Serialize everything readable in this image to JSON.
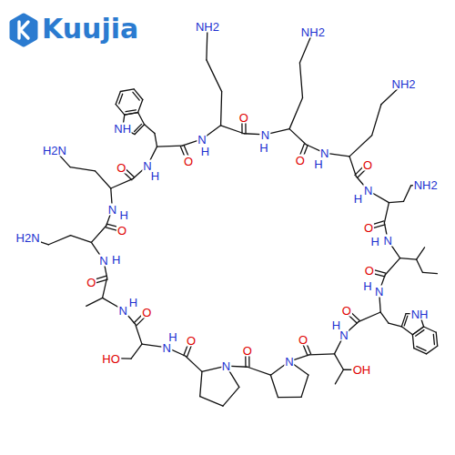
{
  "diagram": {
    "labels": [
      "Kuujia",
      "N",
      "H",
      "O",
      "NH",
      "N",
      "H",
      "O",
      "NH2",
      "N",
      "H",
      "O",
      "NH2",
      "N",
      "H",
      "O",
      "NH2",
      "N",
      "H",
      "O",
      "NH2",
      "N",
      "H",
      "O",
      "N",
      "H",
      "O",
      "NH",
      "N",
      "H",
      "O",
      "OH",
      "N",
      "O",
      "N",
      "O",
      "N",
      "H",
      "O",
      "HO",
      "N",
      "H",
      "O",
      "N",
      "H",
      "O",
      "H2N",
      "N",
      "H",
      "O",
      "H2N"
    ]
  }
}
